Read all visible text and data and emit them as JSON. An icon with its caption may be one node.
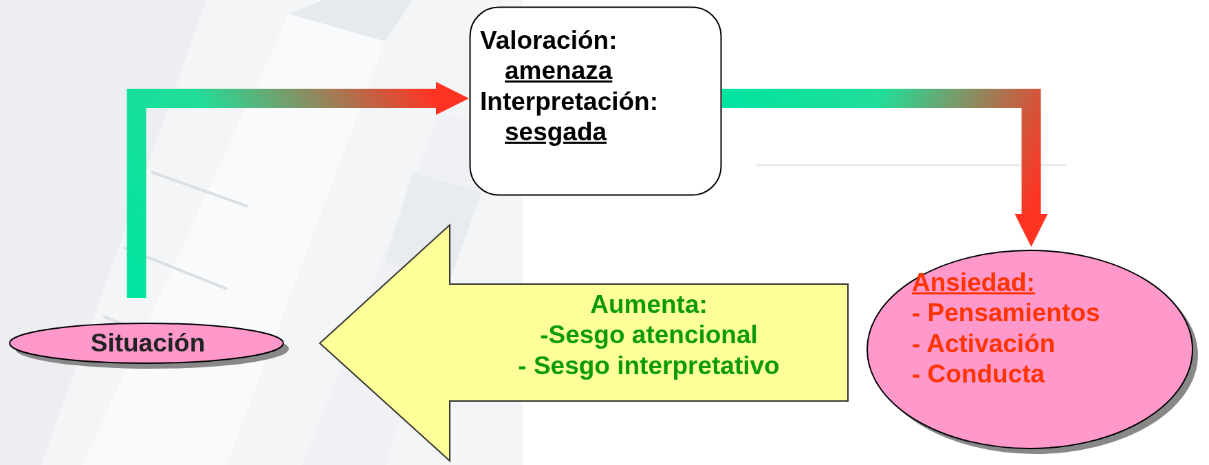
{
  "diagram": {
    "nodes": [
      {
        "text": [
          "Valoración:",
          "amenaza",
          "Interpretación:",
          "sesgada"
        ]
      },
      {
        "text": [
          "Situación"
        ]
      },
      {
        "text": [
          "Ansiedad:",
          "- Pensamientos",
          "- Activación",
          "- Conducta"
        ]
      },
      {
        "text": [
          "Aumenta:",
          "-Sesgo atencional",
          "- Sesgo interpretativo"
        ]
      }
    ],
    "edges": [
      {
        "from": 1,
        "to": 0,
        "arrow": "to"
      },
      {
        "from": 0,
        "to": 2,
        "arrow": "to"
      },
      {
        "from": 2,
        "to": 1,
        "arrow": "to",
        "style": "thick",
        "color": "#ffff99"
      }
    ]
  }
}
